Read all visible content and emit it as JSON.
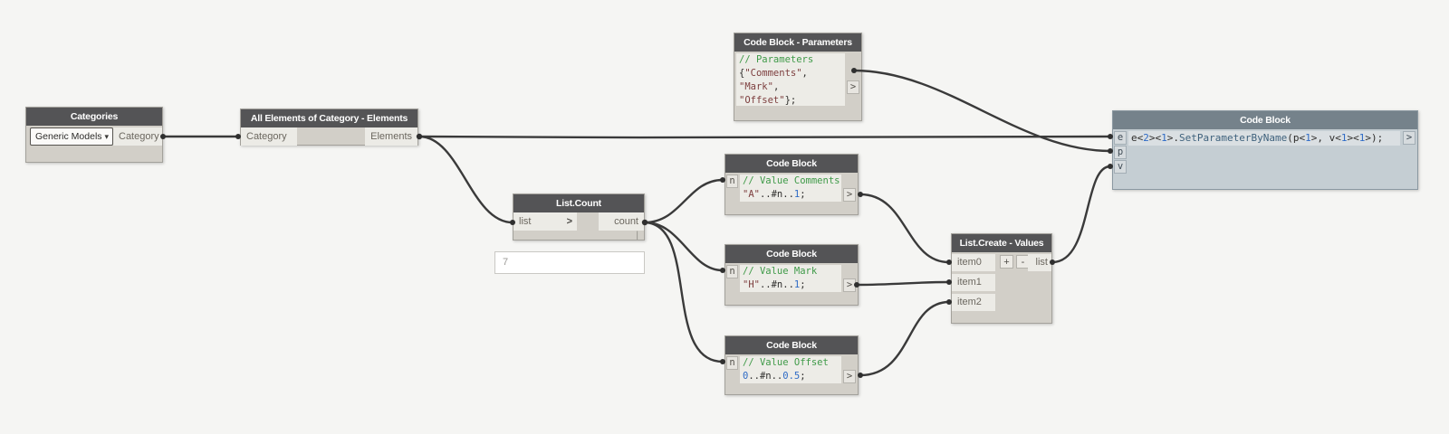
{
  "colors": {
    "canvas_bg": "#f5f5f3",
    "node_header": "#545456",
    "node_body": "#d2cfc8",
    "port_bg": "#ecebe6",
    "selected_header": "#75828b",
    "selected_body": "#c5ced3",
    "wire": "#3a3a3a",
    "syntax_comment": "#3f9a48",
    "syntax_string": "#7d3e3e",
    "syntax_number": "#2e6bc6",
    "syntax_method": "#3e617c"
  },
  "icons": {
    "caret_down": "▾",
    "level_chevron": ">",
    "output_chevron": ">"
  },
  "nodes": {
    "categories": {
      "title": "Categories",
      "dropdown_value": "Generic Models",
      "output": "Category"
    },
    "all_elements": {
      "title": "All Elements of Category - Elements",
      "input": "Category",
      "output": "Elements"
    },
    "list_count": {
      "title": "List.Count",
      "input": "list",
      "output": "count",
      "lacing": "|",
      "preview_value": "7"
    },
    "cb_params": {
      "title": "Code Block - Parameters",
      "output": ">",
      "lines": [
        [
          {
            "t": "// Parameters",
            "c": "c"
          }
        ],
        [
          {
            "t": "{",
            "c": "p"
          },
          {
            "t": "\"Comments\"",
            "c": "s"
          },
          {
            "t": ",",
            "c": "p"
          }
        ],
        [
          {
            "t": "\"Mark\"",
            "c": "s"
          },
          {
            "t": ",",
            "c": "p"
          }
        ],
        [
          {
            "t": "\"Offset\"",
            "c": "s"
          },
          {
            "t": "};",
            "c": "p"
          }
        ]
      ]
    },
    "cb_comments": {
      "title": "Code Block",
      "input": "n",
      "output": ">",
      "lines": [
        [
          {
            "t": "// Value Comments",
            "c": "c"
          }
        ],
        [
          {
            "t": "\"A\"",
            "c": "s"
          },
          {
            "t": "..#n..",
            "c": "p"
          },
          {
            "t": "1",
            "c": "n"
          },
          {
            "t": ";",
            "c": "p"
          }
        ]
      ]
    },
    "cb_mark": {
      "title": "Code Block",
      "input": "n",
      "output": ">",
      "lines": [
        [
          {
            "t": "// Value Mark",
            "c": "c"
          }
        ],
        [
          {
            "t": "\"H\"",
            "c": "s"
          },
          {
            "t": "..#n..",
            "c": "p"
          },
          {
            "t": "1",
            "c": "n"
          },
          {
            "t": ";",
            "c": "p"
          }
        ]
      ]
    },
    "cb_offset": {
      "title": "Code Block",
      "input": "n",
      "output": ">",
      "lines": [
        [
          {
            "t": "// Value Offset",
            "c": "c"
          }
        ],
        [
          {
            "t": "0",
            "c": "n"
          },
          {
            "t": "..#n..",
            "c": "p"
          },
          {
            "t": "0.5",
            "c": "n"
          },
          {
            "t": ";",
            "c": "p"
          }
        ]
      ]
    },
    "list_create": {
      "title": "List.Create - Values",
      "inputs": [
        "item0",
        "item1",
        "item2"
      ],
      "add_label": "+",
      "remove_label": "-",
      "output": "list"
    },
    "cb_main": {
      "title": "Code Block",
      "inputs": [
        "e",
        "p",
        "v"
      ],
      "output": ">",
      "code": [
        {
          "t": "e<",
          "c": "p"
        },
        {
          "t": "2",
          "c": "n"
        },
        {
          "t": "><",
          "c": "p"
        },
        {
          "t": "1",
          "c": "n"
        },
        {
          "t": ">.",
          "c": "p"
        },
        {
          "t": "SetParameterByName",
          "c": "m"
        },
        {
          "t": "(p<",
          "c": "p"
        },
        {
          "t": "1",
          "c": "n"
        },
        {
          "t": ">, v<",
          "c": "p"
        },
        {
          "t": "1",
          "c": "n"
        },
        {
          "t": "><",
          "c": "p"
        },
        {
          "t": "1",
          "c": "n"
        },
        {
          "t": ">);",
          "c": "p"
        }
      ]
    }
  }
}
